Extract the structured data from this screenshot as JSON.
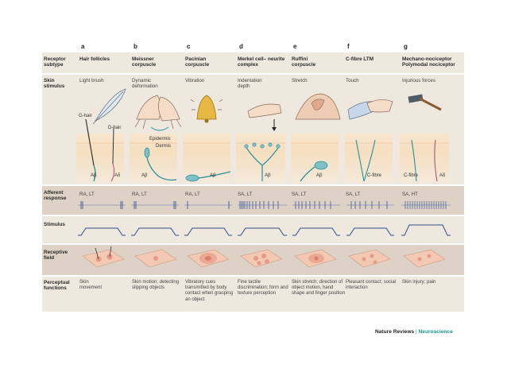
{
  "columns": [
    {
      "letter": "a",
      "receptor": "Hair follicles",
      "stimulus": "Light brush",
      "response": "RA, LT",
      "functions": "Skin movement"
    },
    {
      "letter": "b",
      "receptor": "Meissner corpuscle",
      "stimulus": "Dynamic deformation",
      "response": "RA, LT",
      "functions": "Skin motion; detecting slipping objects"
    },
    {
      "letter": "c",
      "receptor": "Pacinian corpuscle",
      "stimulus": "Vibration",
      "response": "RA, LT",
      "functions": "Vibratory cues transmitted by body contact when grasping an object"
    },
    {
      "letter": "d",
      "receptor": "Merkel cell– neurite complex",
      "stimulus": "Indentation depth",
      "response": "SA, LT",
      "functions": "Fine tactile discrimination; form and texture perception"
    },
    {
      "letter": "e",
      "receptor": "Ruffini corpuscle",
      "stimulus": "Stretch",
      "response": "SA, LT",
      "functions": "Skin stretch; direction of object motion, hand shape and finger position"
    },
    {
      "letter": "f",
      "receptor": "C-fibre LTM",
      "stimulus": "Touch",
      "response": "SA, LT",
      "functions": "Pleasant contact; social interaction"
    },
    {
      "letter": "g",
      "receptor": "Mechano-nociceptor Polymodal nociceptor",
      "stimulus": "Injurious forces",
      "response": "SA, HT",
      "functions": "Skin injury; pain"
    }
  ],
  "row_labels": {
    "receptor": "Receptor subtype",
    "stimulus": "Skin stimulus",
    "afferent": "Afferent response",
    "stim_trace": "Stimulus",
    "field": "Receptive field",
    "perceptual": "Perceptual functions"
  },
  "illustration_labels": {
    "g_hair": "G-hair",
    "d_hair": "D-hair",
    "epidermis": "Epidermis",
    "dermis": "Dermis",
    "a_beta": "Aβ",
    "a_delta": "Aδ",
    "c_fibre": "C-fibre"
  },
  "credit": {
    "journal": "Nature Reviews",
    "separator": "|",
    "section": "Neuroscience"
  },
  "colors": {
    "band_light": "#efe8df",
    "band_dark": "#ddd2c5",
    "nerve": "#2b8f9b",
    "spike": "#5a6fa8",
    "skin_top": "#f6e3c8",
    "field_spot": "#e89a88"
  }
}
